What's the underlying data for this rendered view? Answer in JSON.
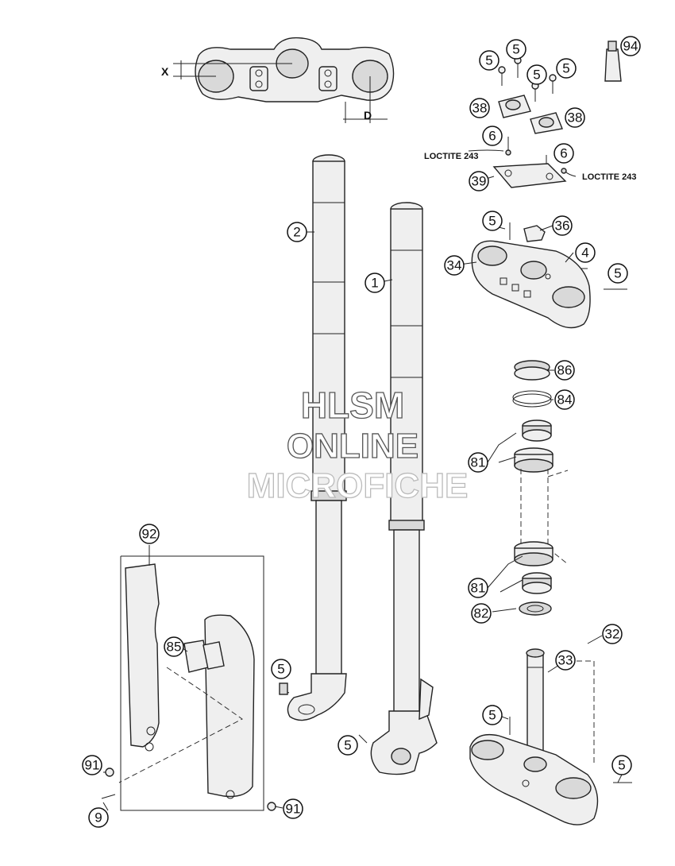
{
  "callouts": [
    {
      "id": "c-94",
      "label": "94"
    },
    {
      "id": "c-5a",
      "label": "5"
    },
    {
      "id": "c-5b",
      "label": "5"
    },
    {
      "id": "c-5c",
      "label": "5"
    },
    {
      "id": "c-5d",
      "label": "5"
    },
    {
      "id": "c-38a",
      "label": "38"
    },
    {
      "id": "c-38b",
      "label": "38"
    },
    {
      "id": "c-6a",
      "label": "6"
    },
    {
      "id": "c-6b",
      "label": "6"
    },
    {
      "id": "c-39",
      "label": "39"
    },
    {
      "id": "c-5e",
      "label": "5"
    },
    {
      "id": "c-36",
      "label": "36"
    },
    {
      "id": "c-4",
      "label": "4"
    },
    {
      "id": "c-34",
      "label": "34"
    },
    {
      "id": "c-5f",
      "label": "5"
    },
    {
      "id": "c-2",
      "label": "2"
    },
    {
      "id": "c-1",
      "label": "1"
    },
    {
      "id": "c-86",
      "label": "86"
    },
    {
      "id": "c-84",
      "label": "84"
    },
    {
      "id": "c-81a",
      "label": "81"
    },
    {
      "id": "c-81b",
      "label": "81"
    },
    {
      "id": "c-82",
      "label": "82"
    },
    {
      "id": "c-32",
      "label": "32"
    },
    {
      "id": "c-33",
      "label": "33"
    },
    {
      "id": "c-5g",
      "label": "5"
    },
    {
      "id": "c-5h",
      "label": "5"
    },
    {
      "id": "c-92",
      "label": "92"
    },
    {
      "id": "c-85",
      "label": "85"
    },
    {
      "id": "c-5i",
      "label": "5"
    },
    {
      "id": "c-5j",
      "label": "5"
    },
    {
      "id": "c-91a",
      "label": "91"
    },
    {
      "id": "c-9",
      "label": "9"
    },
    {
      "id": "c-91b",
      "label": "91"
    }
  ],
  "notes": {
    "loctite_left": "LOCTITE 243",
    "loctite_right": "LOCTITE 243",
    "dim_x": "X",
    "dim_d": "D"
  },
  "watermark": {
    "line1": "HLSM",
    "line2": "ONLINE",
    "line3": "MICROFICHE"
  }
}
